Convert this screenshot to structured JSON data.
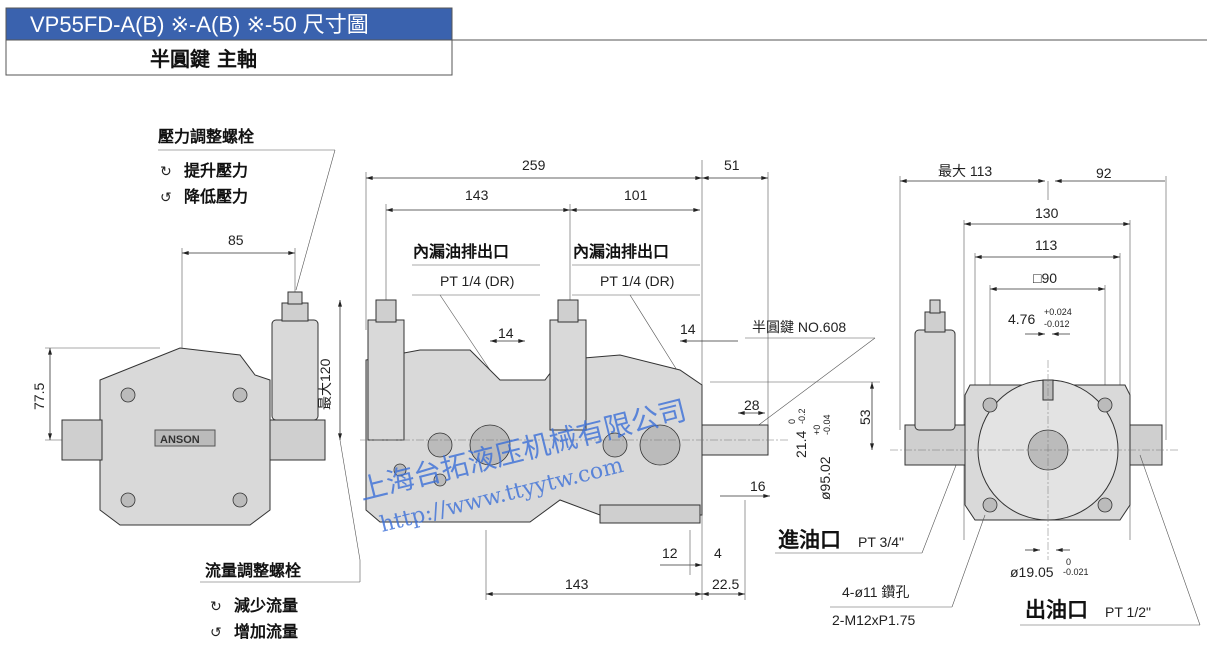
{
  "header": {
    "title": "VP55FD-A(B) ※-A(B) ※-50 尺寸圖",
    "subtitle": "半圓鍵  主軸",
    "accent_color": "#3a62ae"
  },
  "left_view": {
    "pressure_screw_label": "壓力調整螺栓",
    "pressure_up": "提升壓力",
    "pressure_down": "降低壓力",
    "flow_screw_label": "流量調整螺栓",
    "flow_down": "減少流量",
    "flow_up": "增加流量",
    "brand": "ANSON",
    "dim_width": "85",
    "dim_height": "77.5",
    "dim_max": "最大120"
  },
  "middle_view": {
    "dim_total": "259",
    "dim_shaft": "51",
    "dim_143_top": "143",
    "dim_101": "101",
    "drain_label_1": "內漏油排出口",
    "drain_port_1": "PT 1/4 (DR)",
    "drain_label_2": "內漏油排出口",
    "drain_port_2": "PT 1/4 (DR)",
    "dim_14_a": "14",
    "dim_14_b": "14",
    "key_label": "半圓鍵 NO.608",
    "dim_28": "28",
    "dim_21_4": "21.4",
    "tol_21_4_upper": "0",
    "tol_21_4_lower": "-0.2",
    "dim_95_02": "ø95.02",
    "tol_95_upper": "+0",
    "tol_95_lower": "-0.04",
    "dim_53": "53",
    "dim_16": "16",
    "dim_12": "12",
    "dim_4": "4",
    "dim_143_bottom": "143",
    "dim_22_5": "22.5",
    "inlet_label": "進油口",
    "inlet_port": "PT 3/4\""
  },
  "right_view": {
    "dim_max113": "最大 113",
    "dim_92": "92",
    "dim_130": "130",
    "dim_113": "113",
    "dim_sq90": "□90",
    "dim_4_76": "4.76",
    "tol_4_76_upper": "+0.024",
    "tol_4_76_lower": "-0.012",
    "dim_19_05": "ø19.05",
    "tol_19_upper": "0",
    "tol_19_lower": "-0.021",
    "holes_label": "4-ø11 鑽孔",
    "thread_label": "2-M12xP1.75",
    "outlet_label": "出油口",
    "outlet_port": "PT 1/2\""
  },
  "watermark": {
    "company": "上海台拓液压机械有限公司",
    "url": "http://www.ttyytw.com"
  }
}
